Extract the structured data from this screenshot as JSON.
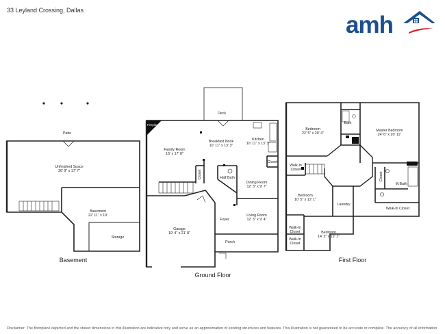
{
  "address": "33 Leyland Crossing, Dallas",
  "logo": {
    "text": "amh",
    "colors": {
      "letters": "#1b4f8f",
      "roof": "#1b4f8f",
      "swoosh": "#d7262f"
    }
  },
  "floors": {
    "basement": "Basement",
    "ground": "Ground Floor",
    "first": "First Floor"
  },
  "rooms": {
    "patio": {
      "name": "Patio"
    },
    "unfinished": {
      "name": "Unfinished Space",
      "dim": "36' 9\" x 17' 7\""
    },
    "basement": {
      "name": "Basement",
      "dim": "22' 11\" x 19'"
    },
    "storage": {
      "name": "Storage"
    },
    "deck": {
      "name": "Deck"
    },
    "fireplace": {
      "name": "Fireplace"
    },
    "family": {
      "name": "Family Room",
      "dim": "16' x 17' 8\""
    },
    "nook": {
      "name": "Breakfast Nook",
      "dim": "10' 11\" x 13' 3\""
    },
    "kitchen": {
      "name": "Kitchen",
      "dim": "10' 11\" x 13' 3\""
    },
    "closet_gf": {
      "name": "Closet"
    },
    "closet_stair": {
      "name": "Closet"
    },
    "half_bath": {
      "name": "Half Bath"
    },
    "dining": {
      "name": "Dining Room",
      "dim": "12' 3\" x 9' 7\""
    },
    "garage": {
      "name": "Garage",
      "dim": "19' 4\" x 21' 8\""
    },
    "foyer": {
      "name": "Foyer"
    },
    "living": {
      "name": "Living Room",
      "dim": "12' 3\" x 9' 4\""
    },
    "porch": {
      "name": "Porch"
    },
    "bedroom_nw": {
      "name": "Bedroom",
      "dim": "22' 5\" x 20' 4\""
    },
    "bath": {
      "name": "Bath"
    },
    "master": {
      "name": "Master Bedroom",
      "dim": "24' 6\" x 20' 11\""
    },
    "walkin_1": {
      "name": "Walk-In\nCloset"
    },
    "closet_ff": {
      "name": "Closet"
    },
    "mbath": {
      "name": "M.Bath"
    },
    "bedroom_w": {
      "name": "Bedroom",
      "dim": "10' 5\" x 12' 1\""
    },
    "laundry": {
      "name": "Laundry"
    },
    "walkin_closet": {
      "name": "Walk-In Closet"
    },
    "walkin_2": {
      "name": "Walk-In\nCloset"
    },
    "walkin_3": {
      "name": "Walk-In\nCloset"
    },
    "bedroom_s": {
      "name": "Bedroom",
      "dim": "14' 2\" x 12' 1\""
    }
  },
  "disclaimer": "Disclaimer: The floorplans depicted and the stated dimensions in this illustration are indicative only and serve as an approximation of existing structures and features. This illustration is not guaranteed to be accurate or complete. The accuracy of all information should be verified through personal inspection and with appropriate professionals."
}
